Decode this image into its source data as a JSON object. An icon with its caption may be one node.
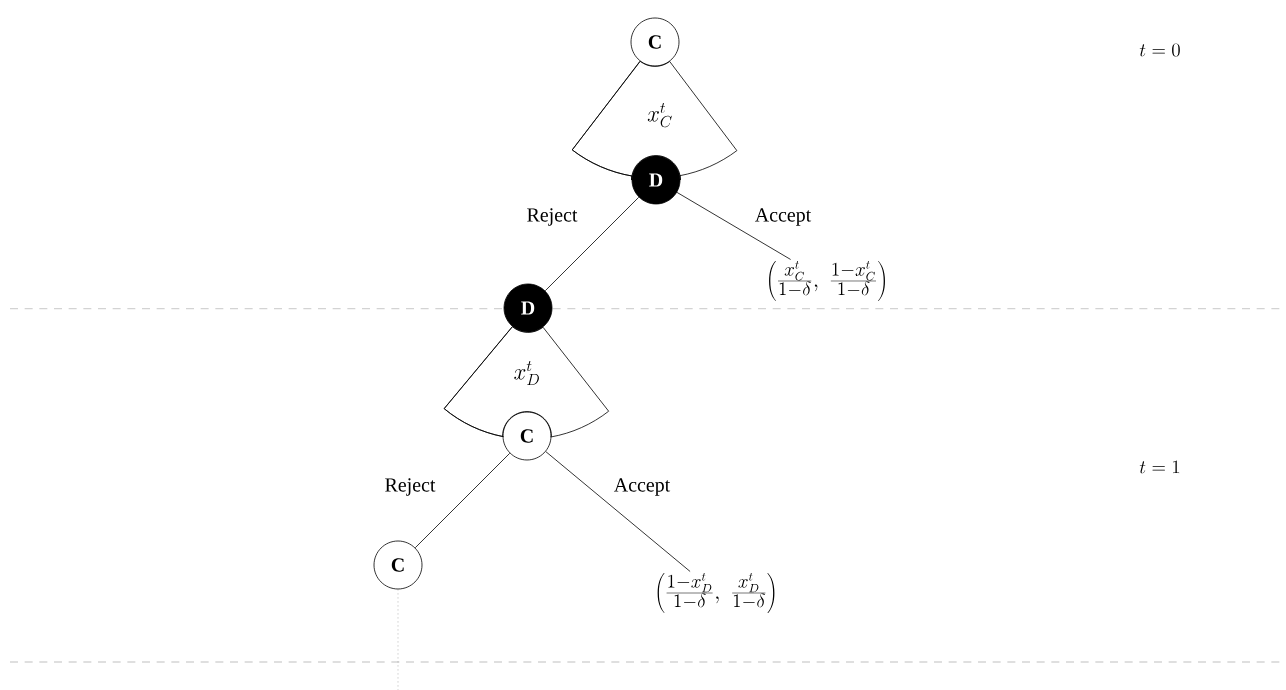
{
  "diagram": {
    "nodes": [
      {
        "text": [
          "C"
        ]
      },
      {
        "text": [
          "D"
        ]
      },
      {
        "text": [
          "D"
        ]
      },
      {
        "text": [
          "\\left(\\frac{x_C^t}{1-\\delta},\\ \\frac{1-x_C^t}{1-\\delta}\\right)"
        ]
      },
      {
        "text": [
          "C"
        ]
      },
      {
        "text": [
          "C"
        ]
      },
      {
        "text": [
          "\\left(\\frac{1-x_D^t}{1-\\delta},\\ \\frac{x_D^t}{1-\\delta}\\right)"
        ]
      }
    ],
    "edges": [
      {
        "from": 0,
        "to": 1,
        "arrow": "none",
        "label": "x_C^t"
      },
      {
        "from": 1,
        "to": 2,
        "arrow": "none",
        "label": "Reject"
      },
      {
        "from": 1,
        "to": 3,
        "arrow": "none",
        "label": "Accept"
      },
      {
        "from": 2,
        "to": 4,
        "arrow": "none",
        "label": "x_D^t"
      },
      {
        "from": 4,
        "to": 5,
        "arrow": "none",
        "label": "Reject"
      },
      {
        "from": 4,
        "to": 6,
        "arrow": "none",
        "label": "Accept"
      },
      {
        "from": 5,
        "to": null,
        "arrow": "none",
        "style": "dashed",
        "color": "#808080"
      }
    ],
    "labels": [
      "t=0",
      "t=1"
    ]
  }
}
